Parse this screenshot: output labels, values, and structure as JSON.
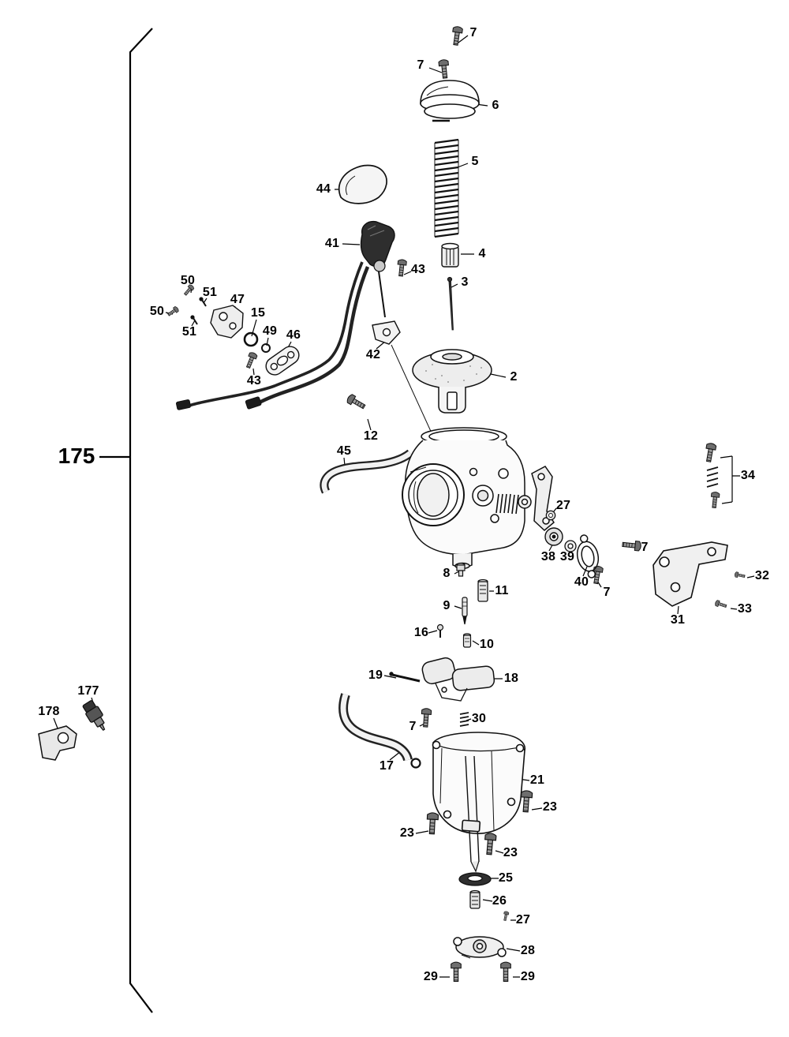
{
  "figure": {
    "number": "175"
  },
  "labels": [
    "7",
    "7",
    "6",
    "5",
    "44",
    "41",
    "4",
    "43",
    "3",
    "50",
    "51",
    "47",
    "15",
    "50",
    "51",
    "49",
    "46",
    "42",
    "43",
    "2",
    "12",
    "45",
    "34",
    "27",
    "7",
    "38",
    "39",
    "40",
    "8",
    "32",
    "11",
    "7",
    "9",
    "31",
    "33",
    "16",
    "10",
    "19",
    "18",
    "177",
    "178",
    "7",
    "30",
    "17",
    "21",
    "23",
    "23",
    "23",
    "25",
    "26",
    "27",
    "28",
    "29",
    "29"
  ]
}
